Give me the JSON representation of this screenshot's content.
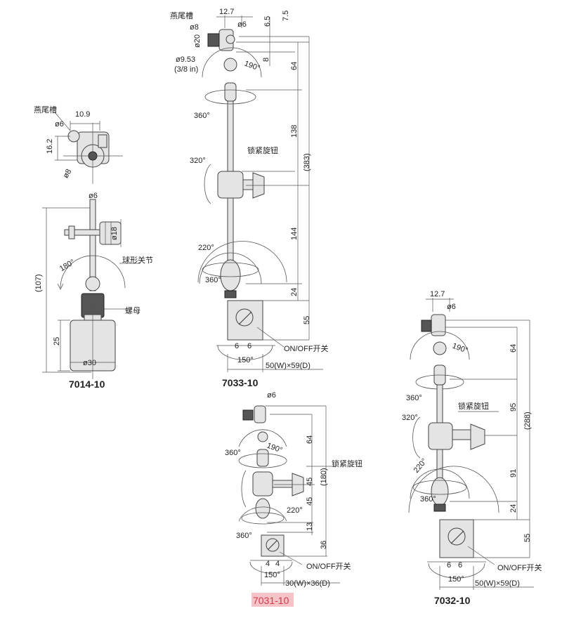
{
  "m7014": {
    "model": "7014-10",
    "dovetail": "燕尾槽",
    "d_10_9": "10.9",
    "d_phi6_top": "ø6",
    "d_16_2": "16.2",
    "d_phi8": "ø8",
    "d_phi6": "ø6",
    "d_phi18": "ø18",
    "d_107": "(107)",
    "ball_joint": "球形关节",
    "angle_180": "180°",
    "nut": "螺母",
    "d_25": "25",
    "d_phi30": "ø30"
  },
  "m7033": {
    "model": "7033-10",
    "dovetail": "燕尾槽",
    "d_12_7": "12.7",
    "d_phi8": "ø8",
    "d_phi6": "ø6",
    "d_phi20": "ø20",
    "d_6_5": "6.5",
    "d_7_5": "7.5",
    "d_8": "8",
    "d_phi9_53": "ø9.53",
    "d_3_8in": "(3/8 in)",
    "angle_190": "190°",
    "d_64": "64",
    "angle_360": "360°",
    "d_138": "138",
    "d_383": "(383)",
    "lock_knob": "锁紧旋钮",
    "angle_320": "320°",
    "d_144": "144",
    "angle_220": "220°",
    "angle_360b": "360°",
    "d_24": "24",
    "d_55": "55",
    "d_6a": "6",
    "d_6b": "6",
    "onoff": "ON/OFF开关",
    "angle_150": "150°",
    "base": "50(W)×59(D)"
  },
  "m7031": {
    "model": "7031-10",
    "d_phi6": "ø6",
    "angle_190": "190°",
    "d_64": "64",
    "angle_360": "360°",
    "lock_knob": "锁紧旋钮",
    "d_180": "(180)",
    "d_45a": "45",
    "d_45b": "45",
    "angle_220": "220°",
    "d_13": "13",
    "angle_360b": "360°",
    "d_36": "36",
    "d_4a": "4",
    "d_4b": "4",
    "onoff": "ON/OFF开关",
    "angle_150": "150°",
    "base": "30(W)×36(D)"
  },
  "m7032": {
    "model": "7032-10",
    "d_12_7": "12.7",
    "d_phi6": "ø6",
    "angle_190": "190°",
    "d_64": "64",
    "angle_360": "360°",
    "lock_knob": "锁紧旋钮",
    "d_95": "95",
    "angle_320": "320°",
    "d_288": "(288)",
    "angle_220": "220°",
    "d_91": "91",
    "angle_360b": "360°",
    "d_24": "24",
    "d_55": "55",
    "d_6a": "6",
    "d_6b": "6",
    "onoff": "ON/OFF开关",
    "angle_150": "150°",
    "base": "50(W)×59(D)"
  }
}
